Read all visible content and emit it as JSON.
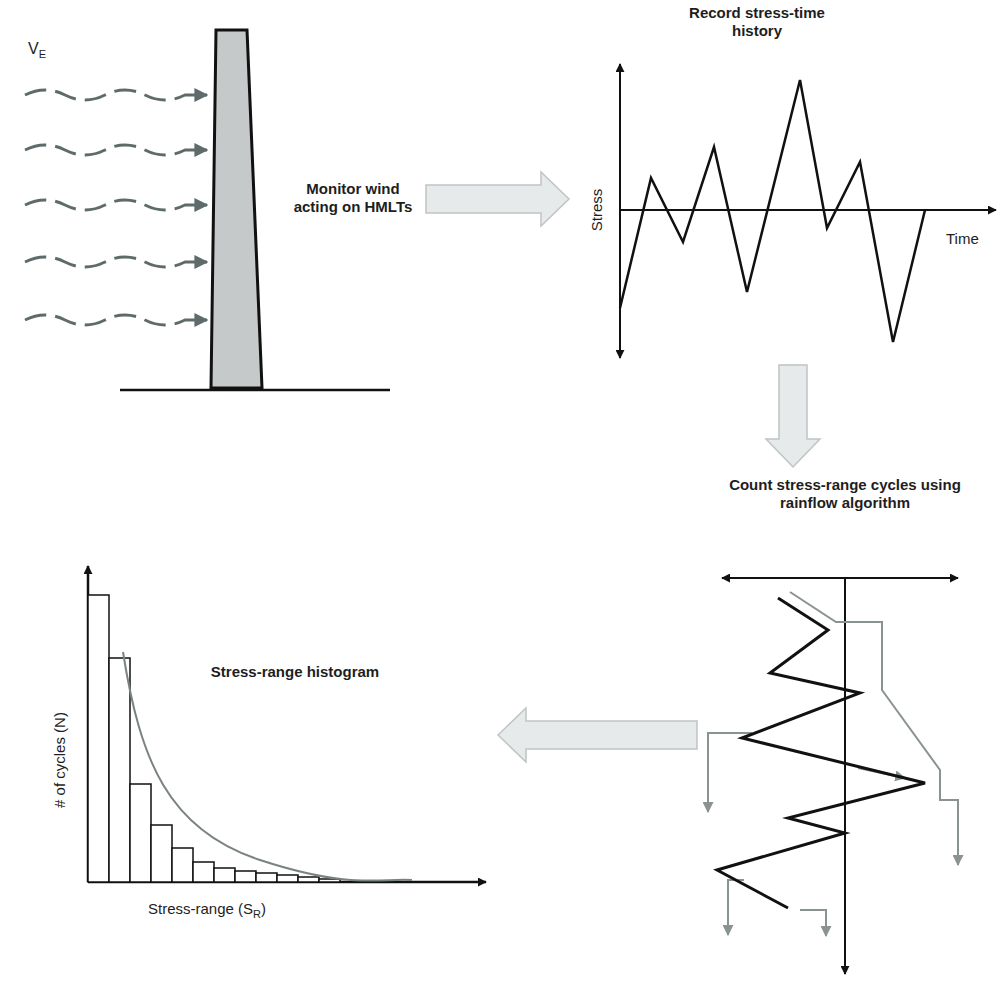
{
  "diagram": {
    "nodes": [
      {
        "text": [
          "Monitor wind acting on HMLTs"
        ]
      },
      {
        "text": [
          "Record stress-time history"
        ]
      },
      {
        "text": [
          "Count stress-range cycles using rainflow algorithm"
        ]
      },
      {
        "text": [
          "Stress-range histogram"
        ]
      }
    ],
    "edges": [
      {
        "from": 0,
        "to": 1,
        "arrow": "to"
      },
      {
        "from": 1,
        "to": 2,
        "arrow": "to"
      },
      {
        "from": 2,
        "to": 3,
        "arrow": "to"
      }
    ],
    "labels": [
      "V",
      "E",
      "Stress",
      "Time",
      "# of cycles (N)",
      "Stress-range (S",
      "R",
      ")"
    ]
  }
}
